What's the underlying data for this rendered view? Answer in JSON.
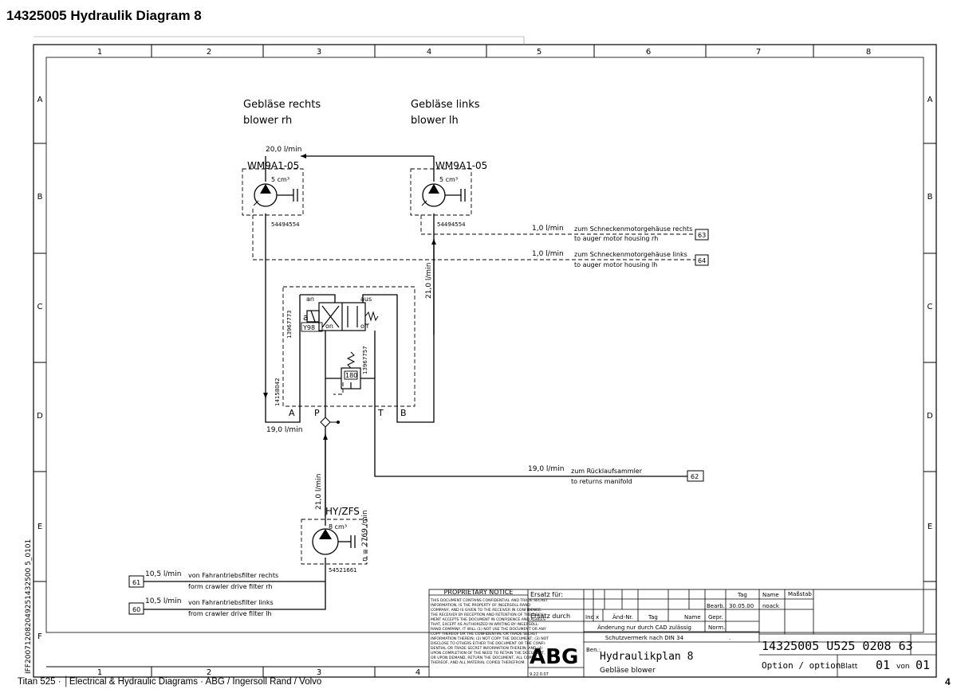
{
  "page": {
    "title": "14325005  Hydraulik Diagram 8",
    "footer_left": "Titan 525  · │Electrical & Hydraulic Diagrams  ·  ABG / Ingersoll Rand / Volvo",
    "footer_right": "4",
    "side_code": "IFF200712082049251432500 5_0101"
  },
  "frame": {
    "cols": [
      "1",
      "2",
      "3",
      "4",
      "5",
      "6",
      "7",
      "8"
    ],
    "rows": [
      "A",
      "B",
      "C",
      "D",
      "E",
      "F"
    ]
  },
  "diagram": {
    "blower_rh_de": "Gebläse rechts",
    "blower_rh_en": "blower rh",
    "blower_lh_de": "Gebläse links",
    "blower_lh_en": "blower lh",
    "flow_top": "20,0 l/min",
    "motor_rh_code": "WM9A1-05",
    "motor_lh_code": "WM9A1-05",
    "motor_rh_disp": "5 cm³",
    "motor_lh_disp": "5 cm³",
    "motor_rh_part": "54494554",
    "motor_lh_part": "54494554",
    "leak1_flow": "1,0 l/min",
    "leak1_de": "zum Schneckenmotorgehäuse rechts",
    "leak1_en": "to auger motor housing rh",
    "leak1_ref": "63",
    "leak2_flow": "1,0 l/min",
    "leak2_de": "zum Schneckenmotorgehäuse links",
    "leak2_en": "to auger motor housing lh",
    "leak2_ref": "64",
    "flow_b_return": "21,0 l/min",
    "valve_an": "an",
    "valve_aus": "aus",
    "valve_on": "on",
    "valve_off": "off",
    "valve_a": "a",
    "valve_tag": "Y98",
    "valve_part": "13967773",
    "relief_part": "13967757",
    "relief_value": "180",
    "block_part": "14158042",
    "port_a": "A",
    "port_p": "P",
    "port_t": "T",
    "port_b": "B",
    "flow_a": "19,0 l/min",
    "return_flow": "19,0 l/min",
    "return_de": "zum Rücklaufsammler",
    "return_en": "to returns manifold",
    "return_ref": "62",
    "pump_flow": "21,0 l/min",
    "pump_code": "HY/ZFS",
    "pump_disp": "8 cm³",
    "pump_speed": "n = 2769 /min",
    "pump_part": "54521661",
    "in1_ref": "61",
    "in1_flow": "10,5 l/min",
    "in1_de": "von Fahrantriebsfilter rechts",
    "in1_en": "form crawler drive filter rh",
    "in2_ref": "60",
    "in2_flow": "10,5 l/min",
    "in2_de": "von Fahrantriebsfilter links",
    "in2_en": "from crawler drive filter lh"
  },
  "titleblock": {
    "prop_title": "PROPRIETARY NOTICE",
    "prop_lines": [
      "THIS DOCUMENT CONTAINS CONFIDENTIAL AND TRADE SECRET",
      "INFORMATION, IS THE PROPERTY OF INGERSOLL-RAND",
      "COMPANY, AND IS GIVEN TO THE RECEIVER IN CONFIDENCE.",
      "THE RECEIVER BY RECEPTION AND RETENTION OF THE DOCU-",
      "MENT ACCEPTS THE DOCUMENT IN CONFIDENCE AND AGREES",
      "THAT, EXCEPT AS AUTHORIZED IN WRITING BY INGERSOLL-",
      "RAND COMPANY, IT WILL (1) NOT USE THE DOCUMENT OR ANY",
      "COPY THEREOF OR THE CONFIDENTIAL OR TRADE SECRET",
      "INFORMATION THEREIN; (2) NOT COPY THE DOCUMENT; (3) NOT",
      "DISCLOSE TO OTHERS EITHER THE DOCUMENT OR THE CONFI-",
      "DENTIAL OR TRADE SECRET INFORMATION THEREIN; AND (4)",
      "UPON COMPLETION OF THE NEED TO RETAIN THE DOCUMENT,",
      "OR UPON DEMAND, RETURN THE DOCUMENT, ALL COPIES",
      "THEREOF, AND ALL MATERIAL COPIED THEREFROM."
    ],
    "ersatz_fuer": "Ersatz für:",
    "ersatz_durch": "Ersatz durch",
    "tag": "Tag",
    "name": "Name",
    "massstab": "Maßstab",
    "bearb": "Bearb.",
    "bearb_date": "30.05.00",
    "bearb_name": "noack",
    "gepr": "Gepr.",
    "norm": "Norm.",
    "ind": "Ind",
    "x": "x",
    "aend_nr": "Änd-Nr.",
    "cad_note": "Änderung nur durch CAD zulässig",
    "din_note": "Schutzvermerk nach DIN 34",
    "dot": ".",
    "logo": "ABG",
    "code_small": "9.22.0.07",
    "ben": "Ben.:",
    "doc_title": "Hydraulikplan 8",
    "doc_subtitle": "Gebläse blower",
    "doc_number": "14325005 U525 0208 63",
    "option": "Option / option",
    "blatt": "Blatt",
    "blatt_num": "01",
    "von": "von",
    "von_num": "01"
  }
}
